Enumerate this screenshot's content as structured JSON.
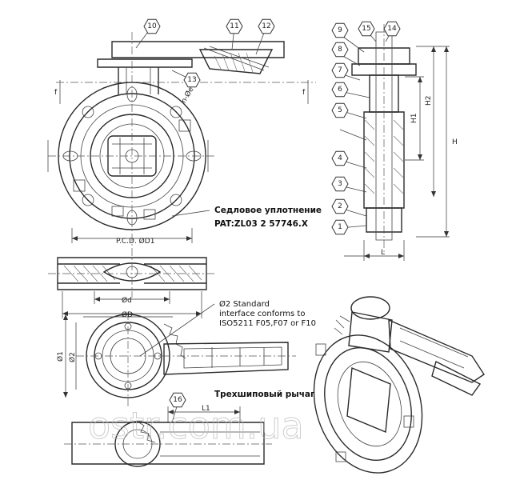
{
  "annotations": {
    "seat_seal_title": "Седловое уплотнение",
    "patent": "PAT:ZL03 2 57746.X",
    "standard_1": "Ø2 Standard",
    "standard_2": "interface conforms to",
    "standard_3": "ISO5211 F05,F07 or F10",
    "lever": "Трехшиповый рычаг"
  },
  "dimensions": {
    "pcd": "P.C.D. ØD1",
    "d": "Ød",
    "D": "ØD",
    "n_phi_e": "n-Øe",
    "phi1": "Ø1",
    "phi2": "Ø2",
    "H": "H",
    "H1": "H1",
    "H2": "H2",
    "L": "L",
    "L1": "L1",
    "f": "f"
  },
  "callouts": [
    "1",
    "2",
    "3",
    "4",
    "5",
    "6",
    "7",
    "8",
    "9",
    "10",
    "11",
    "12",
    "13",
    "14",
    "15",
    "16"
  ],
  "watermark": "ostr.com.ua"
}
